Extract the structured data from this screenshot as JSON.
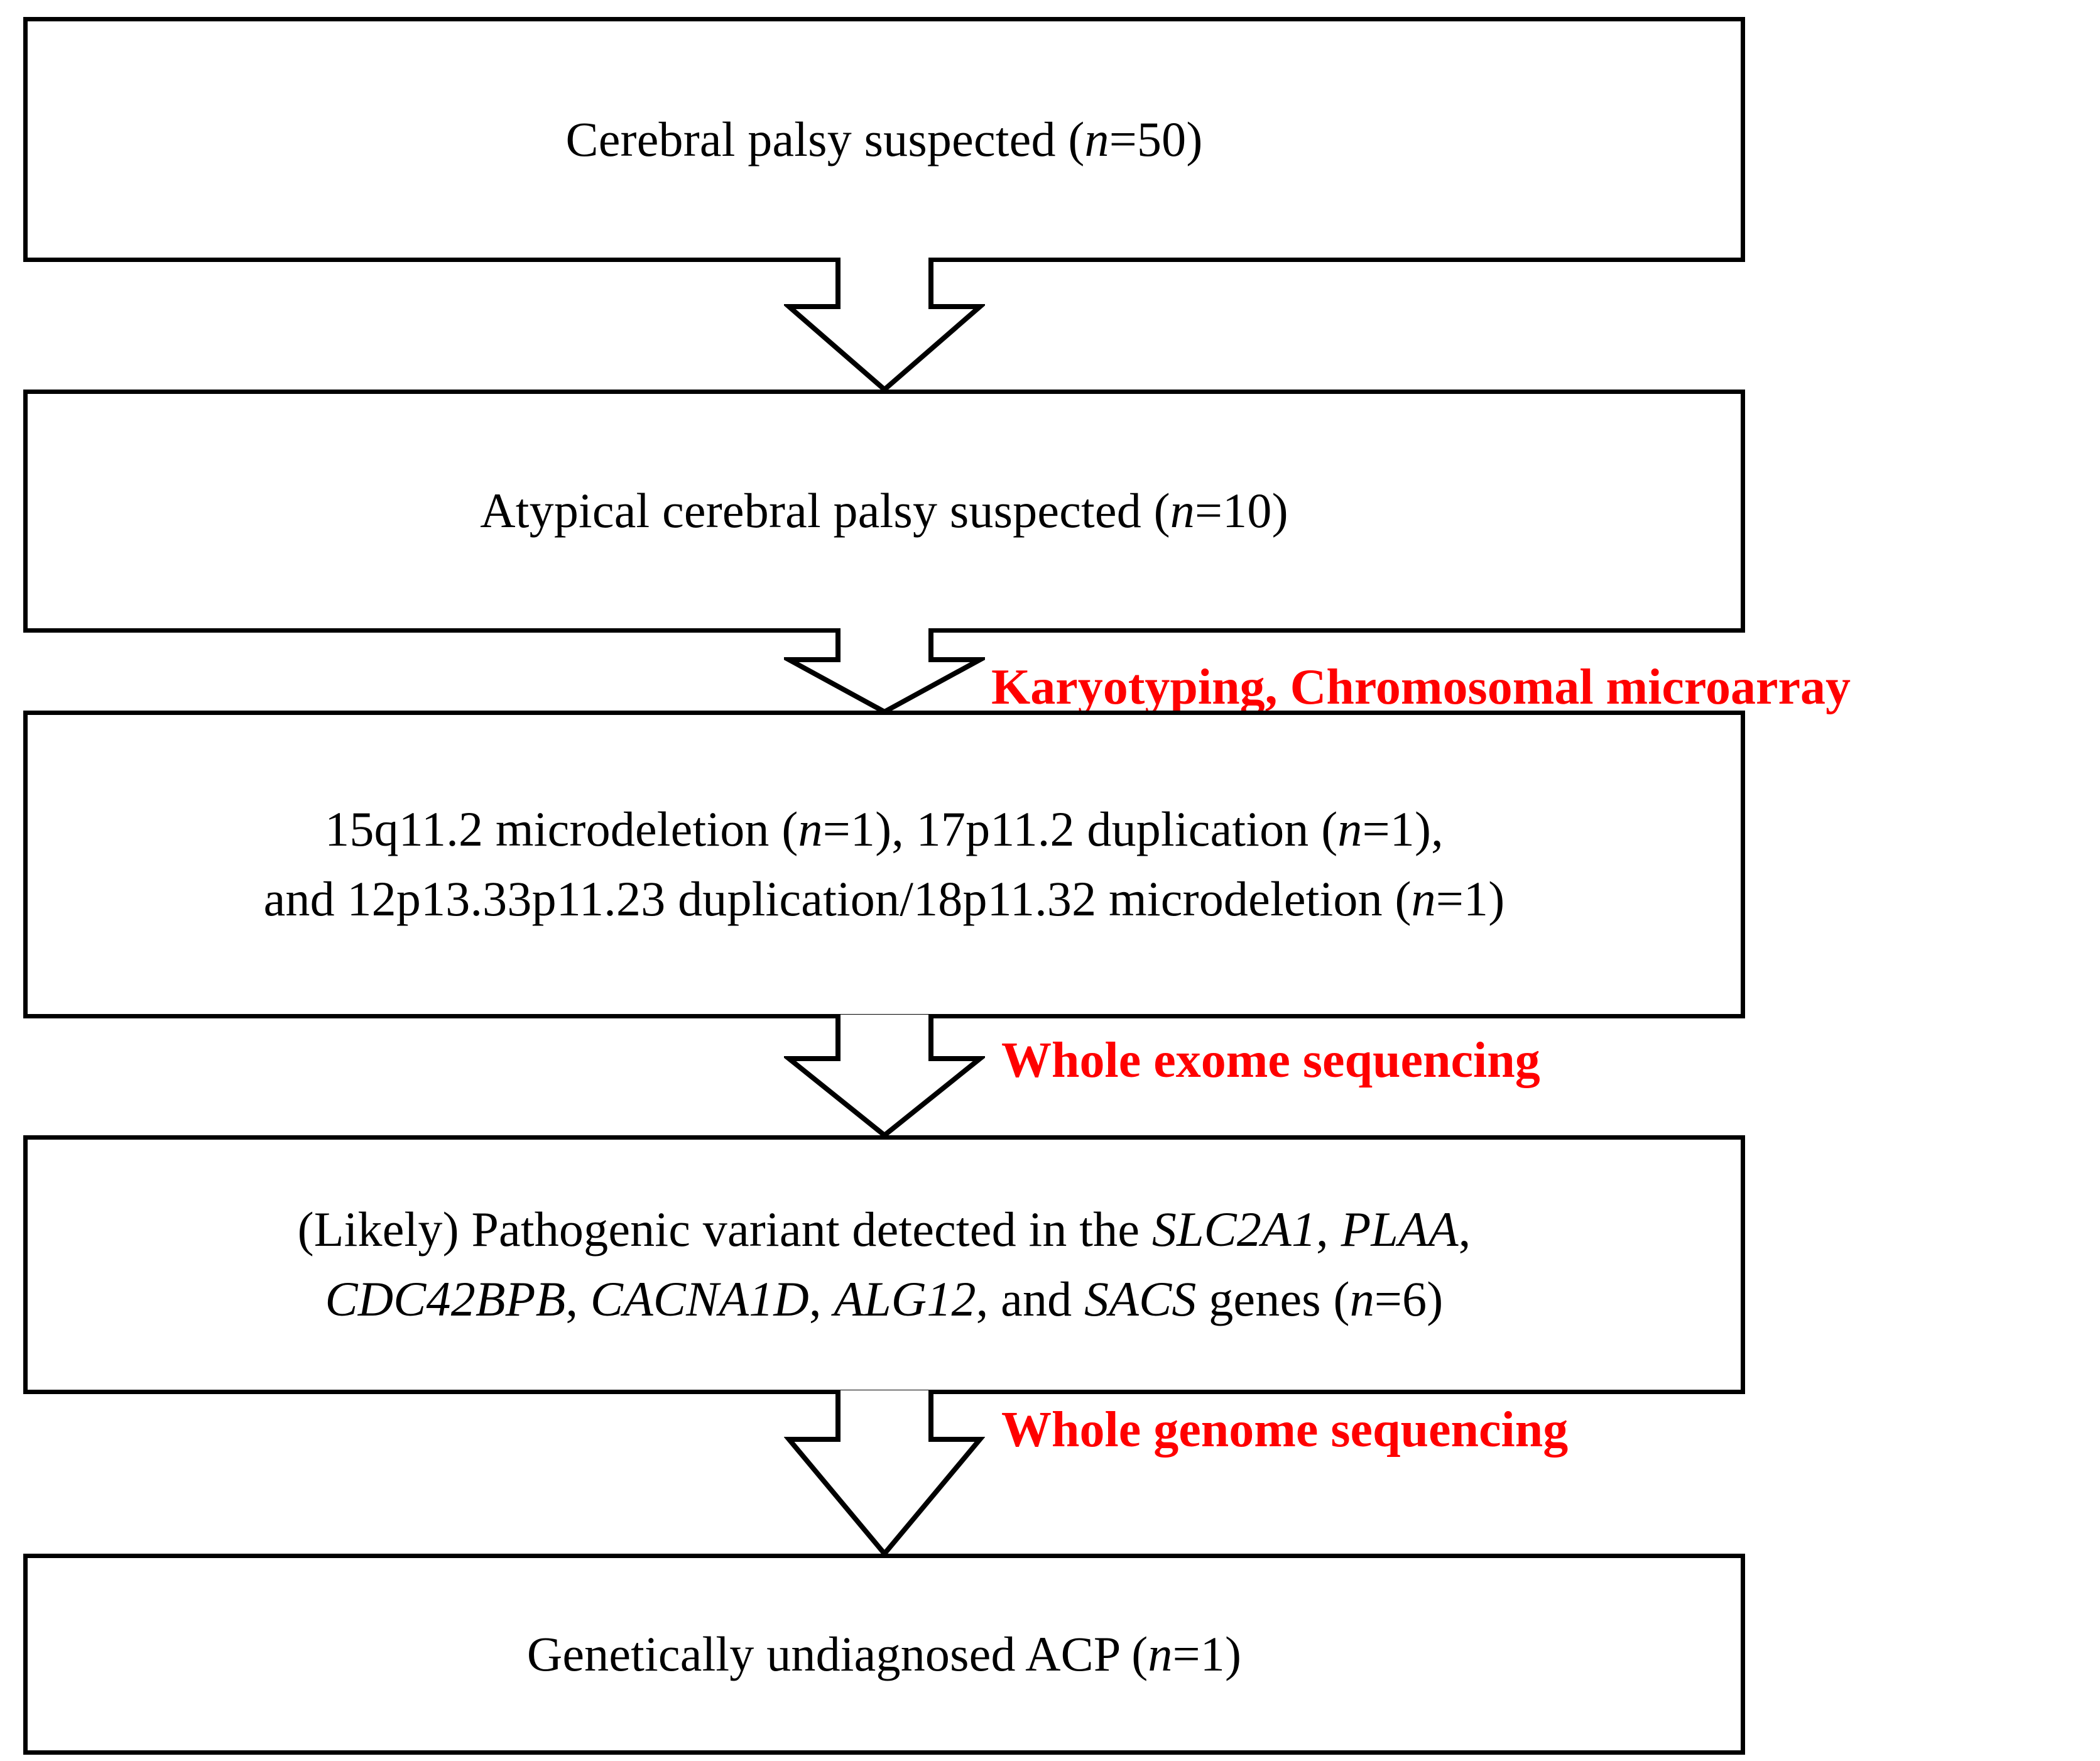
{
  "diagram": {
    "title": "Genetic diagnostic workflow for atypical cerebral palsy",
    "type": "flowchart",
    "orientation": "top-to-bottom",
    "colors": {
      "box_border": "#000000",
      "box_fill": "#ffffff",
      "text": "#000000",
      "edge_label": "#ff0000",
      "arrow_stroke": "#000000"
    },
    "nodes": [
      {
        "id": "node-1",
        "name": "cerebral-palsy-suspected",
        "lines": [
          {
            "segments": [
              {
                "text": "Cerebral palsy suspected (",
                "italic": false
              },
              {
                "text": "n",
                "italic": true
              },
              {
                "text": "=50)",
                "italic": false
              }
            ]
          }
        ],
        "n": 50
      },
      {
        "id": "node-2",
        "name": "atypical-cerebral-palsy-suspected",
        "lines": [
          {
            "segments": [
              {
                "text": "Atypical cerebral palsy suspected (",
                "italic": false
              },
              {
                "text": "n",
                "italic": true
              },
              {
                "text": "=10)",
                "italic": false
              }
            ]
          }
        ],
        "n": 10
      },
      {
        "id": "node-3",
        "name": "chromosomal-findings",
        "lines": [
          {
            "segments": [
              {
                "text": "15q11.2 microdeletion (",
                "italic": false
              },
              {
                "text": "n",
                "italic": true
              },
              {
                "text": "=1), 17p11.2 duplication (",
                "italic": false
              },
              {
                "text": "n",
                "italic": true
              },
              {
                "text": "=1),",
                "italic": false
              }
            ]
          },
          {
            "segments": [
              {
                "text": "and 12p13.33p11.23 duplication/18p11.32 microdeletion (",
                "italic": false
              },
              {
                "text": "n",
                "italic": true
              },
              {
                "text": "=1)",
                "italic": false
              }
            ]
          }
        ]
      },
      {
        "id": "node-4",
        "name": "pathogenic-variant-genes",
        "lines": [
          {
            "segments": [
              {
                "text": "(Likely) Pathogenic variant detected in the ",
                "italic": false
              },
              {
                "text": "SLC2A1",
                "italic": true
              },
              {
                "text": ", ",
                "italic": false
              },
              {
                "text": "PLAA",
                "italic": true
              },
              {
                "text": ",",
                "italic": false
              }
            ]
          },
          {
            "segments": [
              {
                "text": "CDC42BPB",
                "italic": true
              },
              {
                "text": ", ",
                "italic": false
              },
              {
                "text": "CACNA1D",
                "italic": true
              },
              {
                "text": ", ",
                "italic": false
              },
              {
                "text": "ALG12",
                "italic": true
              },
              {
                "text": ", and ",
                "italic": false
              },
              {
                "text": "SACS",
                "italic": true
              },
              {
                "text": " genes (",
                "italic": false
              },
              {
                "text": "n",
                "italic": true
              },
              {
                "text": "=6)",
                "italic": false
              }
            ]
          }
        ],
        "genes": [
          "SLC2A1",
          "PLAA",
          "CDC42BPB",
          "CACNA1D",
          "ALG12",
          "SACS"
        ],
        "n": 6
      },
      {
        "id": "node-5",
        "name": "genetically-undiagnosed-acp",
        "lines": [
          {
            "segments": [
              {
                "text": "Genetically undiagnosed ACP (",
                "italic": false
              },
              {
                "text": "n",
                "italic": true
              },
              {
                "text": "=1)",
                "italic": false
              }
            ]
          }
        ],
        "n": 1
      }
    ],
    "edges": [
      {
        "id": "edge-1",
        "name": "arrow-node1-node2",
        "from": "node-1",
        "to": "node-2",
        "label": ""
      },
      {
        "id": "edge-2",
        "name": "arrow-node2-node3",
        "from": "node-2",
        "to": "node-3",
        "label": "Karyotyping, Chromosomal microarray"
      },
      {
        "id": "edge-3",
        "name": "arrow-node3-node4",
        "from": "node-3",
        "to": "node-4",
        "label": "Whole exome sequencing"
      },
      {
        "id": "edge-4",
        "name": "arrow-node4-node5",
        "from": "node-4",
        "to": "node-5",
        "label": "Whole genome sequencing"
      }
    ]
  }
}
